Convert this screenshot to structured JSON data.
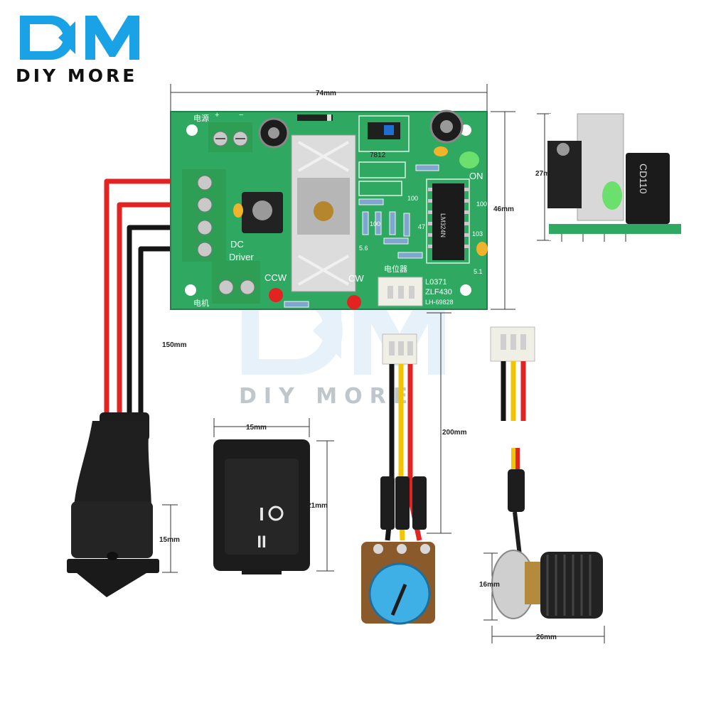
{
  "logo": {
    "mark": "DM",
    "text": "DIY MORE",
    "colors": {
      "primary": "#1aa2e6",
      "text": "#111111"
    }
  },
  "watermark": {
    "mark": "DM",
    "text": "DIY MORE"
  },
  "dimensions": {
    "board_width": "74mm",
    "board_height": "46mm",
    "board_side_height": "27mm",
    "cable_length": "150mm",
    "switch_width": "15mm",
    "switch_height": "21mm",
    "connector_height": "15mm",
    "pot_lead_length": "200mm",
    "knob_height": "16mm",
    "knob_width": "26mm"
  },
  "pcb": {
    "power_label": "电源",
    "plus": "+",
    "minus": "−",
    "dc": "DC",
    "driver": "Driver",
    "ccw": "CCW",
    "cw": "CW",
    "on": "ON",
    "potentiometer_label": "电位器",
    "motor_label": "电机",
    "regulator": "7812",
    "chip": "LM324N",
    "code1": "L0371",
    "code2": "ZLF430",
    "code3": "LH-69828",
    "r100a": "100",
    "r100b": "100",
    "r100c": "100",
    "r56": "5.6",
    "r51": "5.1",
    "r47": "47",
    "r103": "103",
    "cap_side": "CD110"
  },
  "switch": {
    "mark_on": "I",
    "mark_off": "O",
    "mark_alt": "II"
  }
}
